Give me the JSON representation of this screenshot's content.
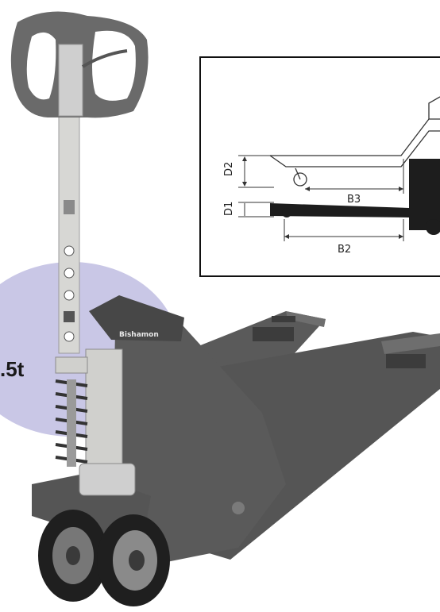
{
  "capacity_badge": {
    "text": ".5t",
    "color": "#c9c7e6"
  },
  "product": {
    "brand": "Bishamon",
    "body_color": "#5a5a5a",
    "mast_color": "#d7d7d4",
    "handle_color": "#6a6a6a"
  },
  "dimension_diagram": {
    "labels": {
      "d2": "D2",
      "b3": "B3",
      "d1": "D1",
      "b2": "B2"
    }
  }
}
